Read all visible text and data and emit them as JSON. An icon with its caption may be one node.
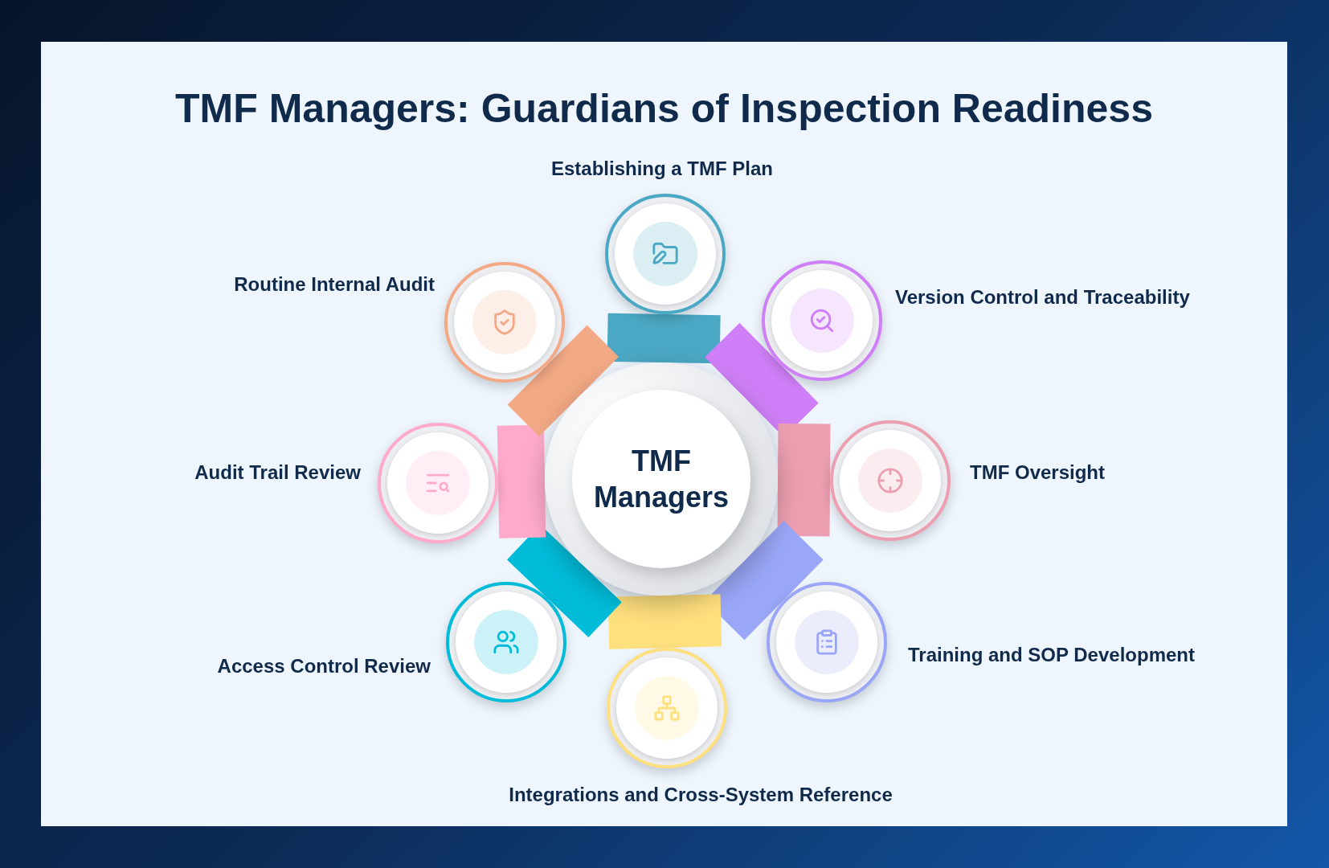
{
  "diagram": {
    "title": "TMF Managers: Guardians of Inspection Readiness",
    "nodes": [
      {
        "text": [
          "TMF Managers"
        ]
      },
      {
        "text": [],
        "shape": "circle",
        "beside": [
          "Establishing a TMF Plan"
        ]
      },
      {
        "text": [],
        "shape": "circle",
        "beside": [
          "Version Control and Traceability"
        ]
      },
      {
        "text": [],
        "shape": "circle",
        "beside": [
          "TMF Oversight"
        ]
      },
      {
        "text": [],
        "shape": "circle",
        "beside": [
          "Training and SOP Development"
        ]
      },
      {
        "text": [],
        "shape": "circle",
        "beside": [
          "Integrations and Cross-System Reference"
        ]
      },
      {
        "text": [],
        "shape": "circle",
        "beside": [
          "Access Control Review"
        ]
      },
      {
        "text": [],
        "shape": "circle",
        "beside": [
          "Audit Trail Review"
        ]
      },
      {
        "text": [],
        "shape": "circle",
        "beside": [
          "Routine Internal Audit"
        ]
      }
    ],
    "edges": [
      {
        "from": 0,
        "to": 1,
        "arrow": "none",
        "color": "#4ba8c4"
      },
      {
        "from": 0,
        "to": 2,
        "arrow": "none",
        "color": "#cf7ff7"
      },
      {
        "from": 0,
        "to": 3,
        "arrow": "none",
        "color": "#ec9fb0"
      },
      {
        "from": 0,
        "to": 4,
        "arrow": "none",
        "color": "#9aa6f7"
      },
      {
        "from": 0,
        "to": 5,
        "arrow": "none",
        "color": "#ffe07e"
      },
      {
        "from": 0,
        "to": 6,
        "arrow": "none",
        "color": "#00bcd9"
      },
      {
        "from": 0,
        "to": 7,
        "arrow": "none",
        "color": "#ffaacb"
      },
      {
        "from": 0,
        "to": 8,
        "arrow": "none",
        "color": "#f3a985"
      }
    ]
  }
}
